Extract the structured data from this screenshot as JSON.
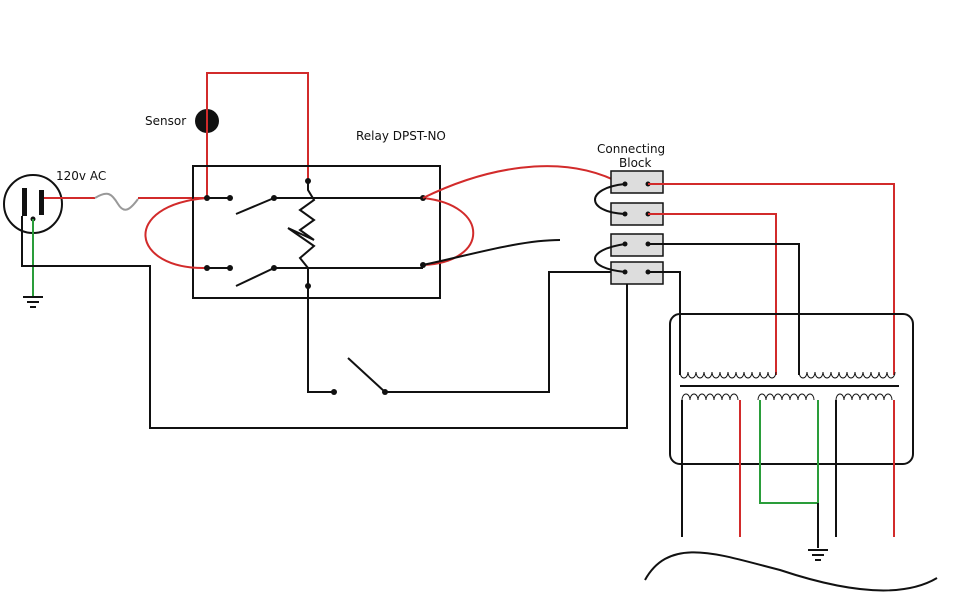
{
  "labels": {
    "sensor": "Sensor",
    "relay": "Relay DPST-NO",
    "outlet": "120v AC",
    "block_line1": "Connecting",
    "block_line2": "Block"
  },
  "colors": {
    "hot": "#d22b2b",
    "neutral": "#111111",
    "ground": "#2a9d3a",
    "terminal_fill": "#dddddd"
  },
  "icons": [
    "outlet-icon",
    "fuse-icon",
    "ground-icon",
    "sensor-icon",
    "relay-coil-icon",
    "switch-icon"
  ]
}
